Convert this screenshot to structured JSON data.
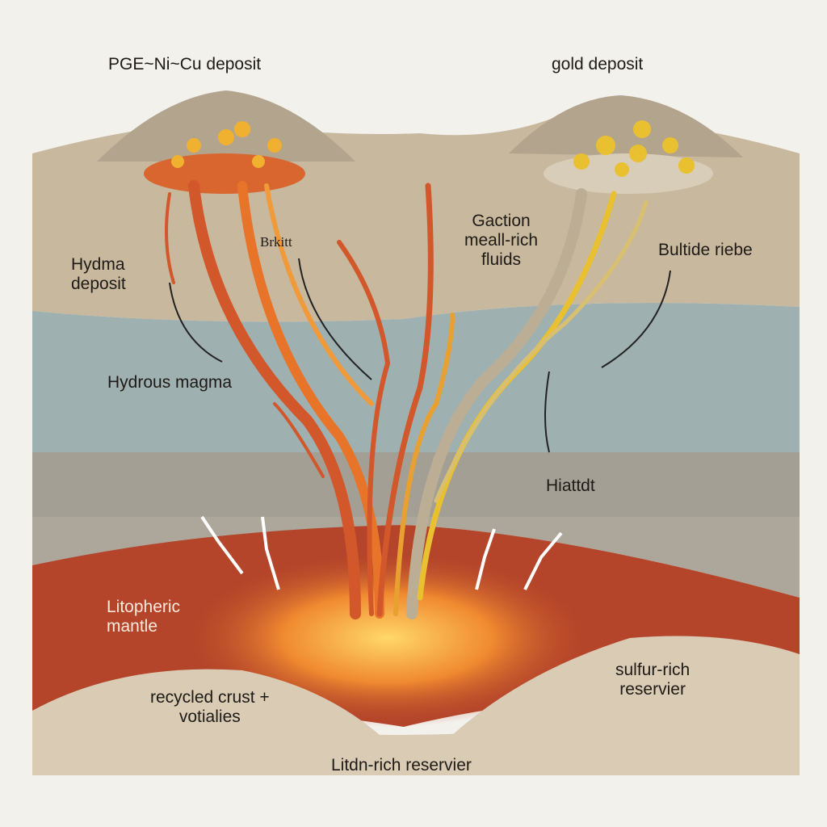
{
  "labels": {
    "pge_deposit": "PGE~Ni~Cu deposit",
    "gold_deposit": "gold deposit",
    "hydma_deposit": [
      "Hydma",
      "deposit"
    ],
    "brkitt": "Brkitt",
    "fluids": [
      "Gaction",
      "meall-rich",
      "fluids"
    ],
    "bultide": "Bultide riebe",
    "hydrous_magma": "Hydrous magma",
    "hiattdt": "Hiattdt",
    "mantle": [
      "Litopheric",
      "mantle"
    ],
    "recycled_crust": [
      "recycled crust +",
      "votialies"
    ],
    "sulfur_reservoir": [
      "sulfur-rich",
      "reservier"
    ],
    "lithium_reservoir": "Litdn-rich reservier"
  },
  "colors": {
    "background": "#f3f1ec",
    "upper_crust": "#c8b89e",
    "middle_crust": "#9fb0b1",
    "lower_crust": "#a49d92",
    "mantle": "#b4442a",
    "magma": "#e8742a",
    "gold_fluid": "#e8c030",
    "reservoir": "#d9cbb4"
  }
}
